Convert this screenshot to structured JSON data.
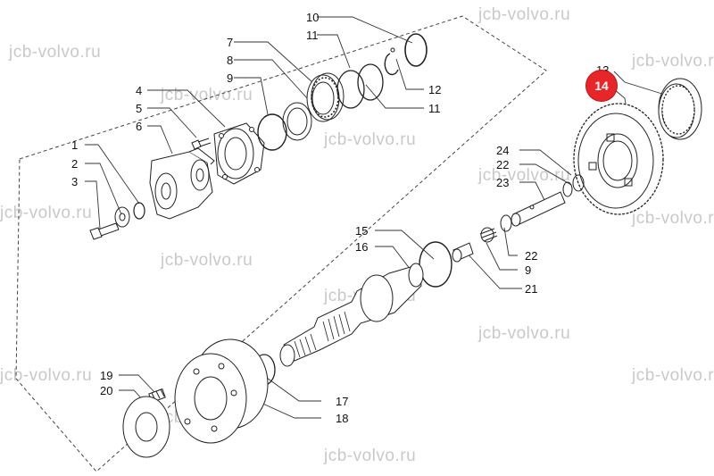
{
  "watermark": "jcb-volvo.ru",
  "highlight": {
    "number": "14",
    "color": "#e8262a"
  },
  "callouts": {
    "c1": "1",
    "c2": "2",
    "c3": "3",
    "c4": "4",
    "c5": "5",
    "c6": "6",
    "c7": "7",
    "c8": "8",
    "c9a": "9",
    "c9b": "9",
    "c10": "10",
    "c11a": "11",
    "c11b": "11",
    "c12a": "12",
    "c12b": "13",
    "c15": "15",
    "c16": "16",
    "c17": "17",
    "c18": "18",
    "c19": "19",
    "c20": "20",
    "c21": "21",
    "c22a": "22",
    "c22b": "22",
    "c23": "23",
    "c24": "24"
  }
}
